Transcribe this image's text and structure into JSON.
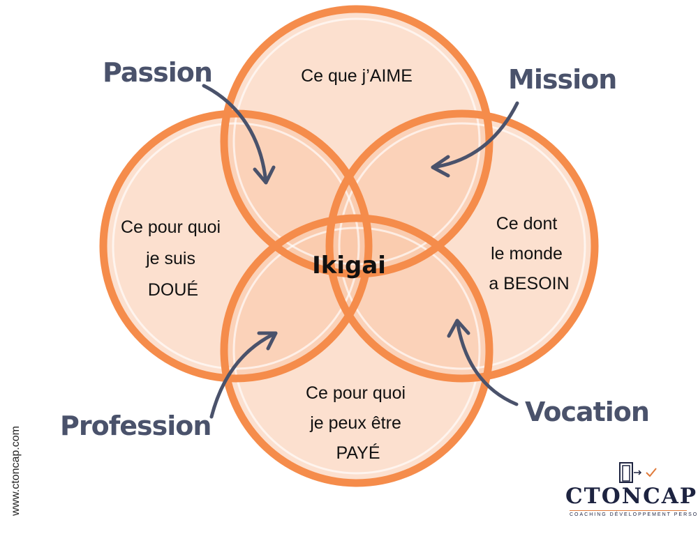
{
  "circles": {
    "top": {
      "lines": [
        "Ce que j’AIME"
      ]
    },
    "left": {
      "lines": [
        "Ce pour quoi",
        "je suis",
        "DOUÉ"
      ]
    },
    "right": {
      "lines": [
        "Ce dont",
        "le monde",
        "a BESOIN"
      ]
    },
    "bottom": {
      "lines": [
        "Ce pour quoi",
        "je peux être",
        "PAYÉ"
      ]
    }
  },
  "center": "Ikigai",
  "corners": {
    "top_left": "Passion",
    "top_right": "Mission",
    "bottom_left": "Profession",
    "bottom_right": "Vocation"
  },
  "side_url": "www.ctoncap.com",
  "brand": {
    "name": "CTONCAP",
    "tagline": "COACHING DÉVELOPPEMENT PERSONNEL"
  },
  "colors": {
    "ring": "#f58c4b",
    "fill": "#f9c7a8",
    "label": "#4a526b",
    "brand": "#1d2340"
  }
}
